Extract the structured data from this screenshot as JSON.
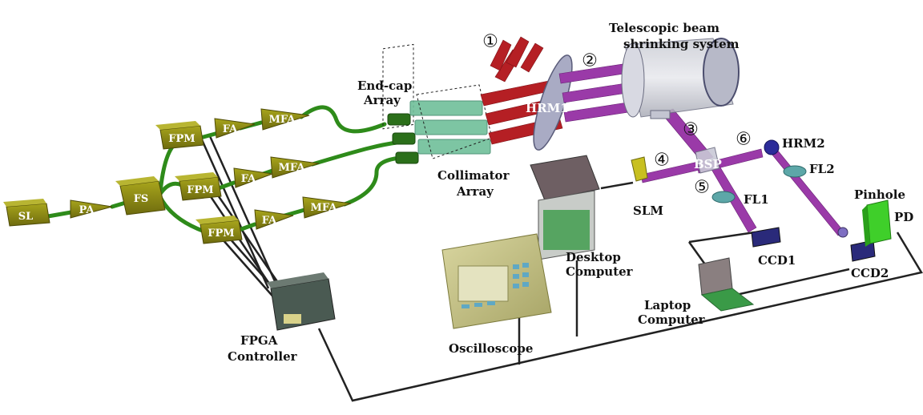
{
  "components": {
    "sl": "SL",
    "pa": "PA",
    "fs": "FS",
    "fpm": [
      "FPM",
      "FPM",
      "FPM"
    ],
    "fa": [
      "FA",
      "FA",
      "FA"
    ],
    "mfa": [
      "MFA",
      "MFA",
      "MFA"
    ],
    "hrm1": "HRM1",
    "hrm2": "HRM2",
    "bsp": "BSP",
    "slm": "SLM",
    "fl1": "FL1",
    "fl2": "FL2",
    "ccd1": "CCD1",
    "ccd2": "CCD2",
    "pd": "PD",
    "pinhole": "Pinhole",
    "oscilloscope": "Oscilloscope"
  },
  "labels": {
    "endcap_line1": "End-cap",
    "endcap_line2": "Array",
    "collimator_line1": "Collimator",
    "collimator_line2": "Array",
    "telescope_line1": "Telescopic beam",
    "telescope_line2": "shrinking system",
    "desktop_line1": "Desktop",
    "desktop_line2": "Computer",
    "laptop_line1": "Laptop",
    "laptop_line2": "Computer",
    "fpga_line1": "FPGA",
    "fpga_line2": "Controller"
  },
  "markers": [
    "①",
    "②",
    "③",
    "④",
    "⑤",
    "⑥"
  ],
  "colors": {
    "fiber": "#2e8b1a",
    "box": "#8d8a14",
    "red_beam": "#b51f24",
    "purple_beam": "#9a3aa8",
    "cable": "#222222",
    "pd": "#3fcf2a"
  }
}
